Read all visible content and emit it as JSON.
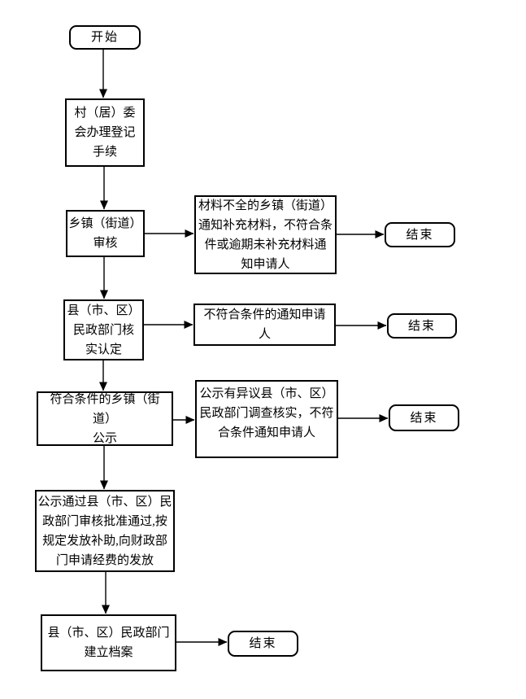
{
  "diagram": {
    "type": "flowchart",
    "colors": {
      "background": "#ffffff",
      "node_fill": "#ffffff",
      "node_border": "#000000",
      "text": "#000000",
      "arrow": "#000000"
    },
    "nodes": [
      {
        "id": "start",
        "shape": "terminator",
        "text": "开始"
      },
      {
        "id": "village-registration",
        "shape": "process",
        "text": "村（居）委\n会办理登记\n手续"
      },
      {
        "id": "township-review",
        "shape": "process",
        "text": "乡镇（街道）\n审核"
      },
      {
        "id": "incomplete-materials-notice",
        "shape": "process",
        "text": "材料不全的乡镇（街道）\n通知补充材料，不符合条\n件或逾期未补充材料通\n知申请人"
      },
      {
        "id": "end-1",
        "shape": "terminator",
        "text": "结束"
      },
      {
        "id": "county-verification",
        "shape": "process",
        "text": "县（市、区）\n民政部门核\n实认定"
      },
      {
        "id": "ineligible-notice",
        "shape": "process",
        "text": "不符合条件的通知申请\n人"
      },
      {
        "id": "end-2",
        "shape": "terminator",
        "text": "结束"
      },
      {
        "id": "township-publicity",
        "shape": "process",
        "text": "符合条件的乡镇（街道）\n公示"
      },
      {
        "id": "objection-investigation",
        "shape": "process",
        "text": "公示有异议县（市、区）\n民政部门调查核实，不符\n合条件通知申请人"
      },
      {
        "id": "end-3",
        "shape": "terminator",
        "text": "结束"
      },
      {
        "id": "approval-subsidy-disbursement",
        "shape": "process",
        "text": "公示通过县（市、区）民\n政部门审核批准通过,按\n规定发放补助,向财政部\n门申请经费的发放"
      },
      {
        "id": "county-archive",
        "shape": "process",
        "text": "县（市、区）民政部门\n建立档案"
      },
      {
        "id": "end-4",
        "shape": "terminator",
        "text": "结束"
      }
    ],
    "edges": [
      {
        "from": "start",
        "to": "village-registration"
      },
      {
        "from": "village-registration",
        "to": "township-review"
      },
      {
        "from": "township-review",
        "to": "incomplete-materials-notice"
      },
      {
        "from": "incomplete-materials-notice",
        "to": "end-1"
      },
      {
        "from": "township-review",
        "to": "county-verification"
      },
      {
        "from": "county-verification",
        "to": "ineligible-notice"
      },
      {
        "from": "ineligible-notice",
        "to": "end-2"
      },
      {
        "from": "county-verification",
        "to": "township-publicity"
      },
      {
        "from": "township-publicity",
        "to": "objection-investigation"
      },
      {
        "from": "objection-investigation",
        "to": "end-3"
      },
      {
        "from": "township-publicity",
        "to": "approval-subsidy-disbursement"
      },
      {
        "from": "approval-subsidy-disbursement",
        "to": "county-archive"
      },
      {
        "from": "county-archive",
        "to": "end-4"
      }
    ]
  }
}
